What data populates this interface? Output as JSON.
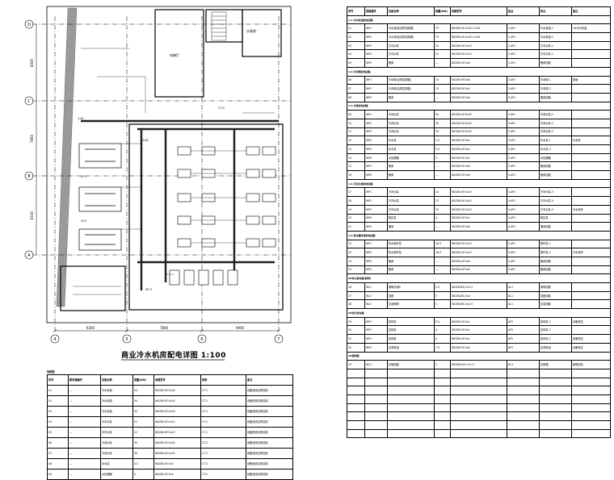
{
  "plan": {
    "title": "商业冷水机房配电详图  1:100",
    "axis_left": [
      "D",
      "C",
      "B",
      "A"
    ],
    "axis_bottom": [
      "4",
      "5",
      "6",
      "7"
    ],
    "dims_bottom": [
      "9200",
      "7800",
      "9900"
    ],
    "dims_left": [
      "8000",
      "7800",
      "8100"
    ],
    "rooms": [
      "电梯厅",
      "水泵房"
    ],
    "tags": [
      "1-A1",
      "2-B1",
      "3-C1",
      "LP-1",
      "LP-2",
      "AP-3"
    ]
  },
  "bottom_table": {
    "caption": "系统图",
    "headers": [
      "序号",
      "配电箱编号",
      "设备名称",
      "容量(kW)",
      "电缆型号",
      "桥架",
      "备注"
    ],
    "rows": [
      [
        "01",
        "---",
        "冷水机组",
        "54",
        "WDZN-YJY-5x16",
        "CT-1",
        "设备进线自带控制"
      ],
      [
        "02",
        "---",
        "冷水机组",
        "54",
        "WDZN-YJY-5x16",
        "CT-1",
        "设备进线自带控制"
      ],
      [
        "03",
        "---",
        "冷水机组",
        "54",
        "WDZN-YJY-5x16",
        "CT-1",
        "设备进线自带控制"
      ],
      [
        "04",
        "---",
        "冷冻水泵",
        "22",
        "WDZN-YJY-5x10",
        "CT-1",
        "设备进线自带控制"
      ],
      [
        "05",
        "---",
        "冷冻水泵",
        "22",
        "WDZN-YJY-5x10",
        "CT-1",
        "设备进线自带控制"
      ],
      [
        "06",
        "---",
        "冷却水泵",
        "30",
        "WDZN-YJY-5x16",
        "CT-2",
        "设备进线自带控制"
      ],
      [
        "07",
        "---",
        "冷却水泵",
        "30",
        "WDZN-YJY-5x16",
        "CT-2",
        "设备进线自带控制"
      ],
      [
        "08",
        "---",
        "补水泵",
        "5.5",
        "WDZN-YJY-5x4",
        "CT-2",
        "设备进线自带控制"
      ],
      [
        "09",
        "---",
        "水处理器",
        "3",
        "WDZN-YJY-3x4",
        "CT-2",
        "设备进线自带控制"
      ]
    ]
  },
  "right_table": {
    "headers": [
      "序号",
      "回路编号",
      "设备名称",
      "容量(kW)",
      "电缆型号",
      "起点",
      "终点",
      "备注"
    ],
    "rows": [
      {
        "g": "1-1 冷水机组配电回路"
      },
      {
        "c": [
          "01",
          "WP1",
          "冷水机组(自带控制箱)",
          "75",
          "WDZN-YJY-4x35+1x16",
          "1-AP1",
          "冷水机组-1",
          "1#冷水机组"
        ]
      },
      {
        "c": [
          "02",
          "WP2",
          "冷水机组(自带控制箱)",
          "75",
          "WDZN-YJY-4x35+1x16",
          "1-AP1",
          "冷水机组-2",
          ""
        ]
      },
      {
        "c": [
          "03",
          "WP3",
          "冷冻水泵",
          "22",
          "WDZN-YJY-5x10",
          "1-AP1",
          "冷冻水泵-1",
          ""
        ]
      },
      {
        "c": [
          "04",
          "WP4",
          "冷冻水泵",
          "22",
          "WDZN-YJY-5x10",
          "1-AP1",
          "冷冻水泵-2",
          ""
        ]
      },
      {
        "c": [
          "05",
          "WP5",
          "备用",
          "---",
          "WDZN-YJY-5x6",
          "1-AP1",
          "备用回路",
          ""
        ]
      },
      {
        "g": "1-2 冷却塔配电回路"
      },
      {
        "c": [
          "06",
          "WP1",
          "冷却塔(自带控制箱)",
          "15",
          "WDZN-YJY-5x6",
          "2-AP1",
          "冷却塔-1",
          "屋面"
        ]
      },
      {
        "c": [
          "07",
          "WP2",
          "冷却塔(自带控制箱)",
          "15",
          "WDZN-YJY-5x6",
          "2-AP1",
          "冷却塔-2",
          ""
        ]
      },
      {
        "c": [
          "08",
          "WP3",
          "备用",
          "---",
          "WDZN-YJY-5x6",
          "2-AP1",
          "备用回路",
          ""
        ]
      },
      {
        "g": "1-3 水泵配电回路"
      },
      {
        "c": [
          "09",
          "WP1",
          "冷却水泵",
          "30",
          "WDZN-YJY-5x16",
          "3-AP1",
          "冷却水泵-1",
          ""
        ]
      },
      {
        "c": [
          "10",
          "WP2",
          "冷却水泵",
          "30",
          "WDZN-YJY-5x16",
          "3-AP1",
          "冷却水泵-2",
          ""
        ]
      },
      {
        "c": [
          "11",
          "WP3",
          "冷却水泵",
          "30",
          "WDZN-YJY-5x16",
          "3-AP1",
          "冷却水泵-3",
          ""
        ]
      },
      {
        "c": [
          "12",
          "WP4",
          "补水泵",
          "5.5",
          "WDZN-YJY-5x4",
          "3-AP1",
          "补水泵-1",
          "水泵房"
        ]
      },
      {
        "c": [
          "13",
          "WP5",
          "补水泵",
          "5.5",
          "WDZN-YJY-5x4",
          "3-AP1",
          "补水泵-2",
          ""
        ]
      },
      {
        "c": [
          "14",
          "WP6",
          "水处理器",
          "3",
          "WDZN-YJY-3x4",
          "3-AP1",
          "水处理器",
          ""
        ]
      },
      {
        "c": [
          "15",
          "WP7",
          "备用",
          "---",
          "WDZN-YJY-5x6",
          "3-AP1",
          "备用回路",
          ""
        ]
      },
      {
        "c": [
          "16",
          "WP8",
          "备用",
          "---",
          "WDZN-YJY-5x6",
          "3-AP1",
          "备用回路",
          ""
        ]
      },
      {
        "g": "1-4 冷冻水泵配电回路"
      },
      {
        "c": [
          "17",
          "WP1",
          "冷冻水泵",
          "22",
          "WDZN-YJY-5x10",
          "4-AP1",
          "冷冻水泵-3",
          ""
        ]
      },
      {
        "c": [
          "18",
          "WP2",
          "冷冻水泵",
          "22",
          "WDZN-YJY-5x10",
          "4-AP1",
          "冷冻水泵-4",
          ""
        ]
      },
      {
        "c": [
          "19",
          "WP3",
          "冷冻水泵",
          "22",
          "WDZN-YJY-5x10",
          "4-AP1",
          "冷冻水泵-5",
          "冷水机房"
        ]
      },
      {
        "c": [
          "20",
          "WP4",
          "稳压泵",
          "4",
          "WDZN-YJY-5x4",
          "4-AP1",
          "稳压泵",
          ""
        ]
      },
      {
        "c": [
          "21",
          "WP5",
          "备用",
          "---",
          "WDZN-YJY-5x6",
          "4-AP1",
          "备用回路",
          ""
        ]
      },
      {
        "g": "1-5 热水循环泵配电回路"
      },
      {
        "c": [
          "22",
          "WP1",
          "热水循环泵",
          "18.5",
          "WDZN-YJY-5x10",
          "5-AP1",
          "循环泵-1",
          ""
        ]
      },
      {
        "c": [
          "23",
          "WP2",
          "热水循环泵",
          "18.5",
          "WDZN-YJY-5x10",
          "5-AP1",
          "循环泵-2",
          "冷水机房"
        ]
      },
      {
        "c": [
          "24",
          "WP3",
          "备用",
          "---",
          "WDZN-YJY-5x6",
          "5-AP1",
          "备用回路",
          ""
        ]
      },
      {
        "c": [
          "25",
          "WP4",
          "备用",
          "---",
          "WDZN-YJY-5x6",
          "5-AP1",
          "备用回路",
          ""
        ]
      },
      {
        "g": "AP电力配电箱(照明)"
      },
      {
        "c": [
          "26",
          "WL1",
          "照明(机房)",
          "2.5",
          "WDZN-BYJ-3x2.5",
          "AL1",
          "照明回路",
          ""
        ]
      },
      {
        "c": [
          "27",
          "WL2",
          "插座",
          "3",
          "WDZN-BYJ-3x4",
          "AL1",
          "插座回路",
          ""
        ]
      },
      {
        "c": [
          "28",
          "WL3",
          "应急照明",
          "1",
          "WDZN-BYJ-3x2.5",
          "AL1",
          "应急回路",
          ""
        ]
      },
      {
        "g": "AP动力配电箱"
      },
      {
        "c": [
          "29",
          "WP1",
          "排风机",
          "5.5",
          "WDZN-YJY-5x4",
          "AP2",
          "排风机-1",
          "设备带控"
        ]
      },
      {
        "c": [
          "30",
          "WP2",
          "送风机",
          "4",
          "WDZN-YJY-5x4",
          "AP2",
          "送风机-1",
          ""
        ]
      },
      {
        "c": [
          "31",
          "WP3",
          "送风机",
          "4",
          "WDZN-YJY-5x4",
          "AP2",
          "送风机-2",
          "设备带控"
        ]
      },
      {
        "c": [
          "32",
          "WP4",
          "空调机组",
          "7.5",
          "WDZN-YJY-5x6",
          "AP2",
          "空调机组",
          "设备带控"
        ]
      },
      {
        "g": "AP控制箱"
      },
      {
        "c": [
          "33",
          "WC1",
          "控制回路",
          "1",
          "WDZN-KVV-7x1.5",
          "AC1",
          "控制箱",
          "管理控制"
        ]
      }
    ]
  }
}
